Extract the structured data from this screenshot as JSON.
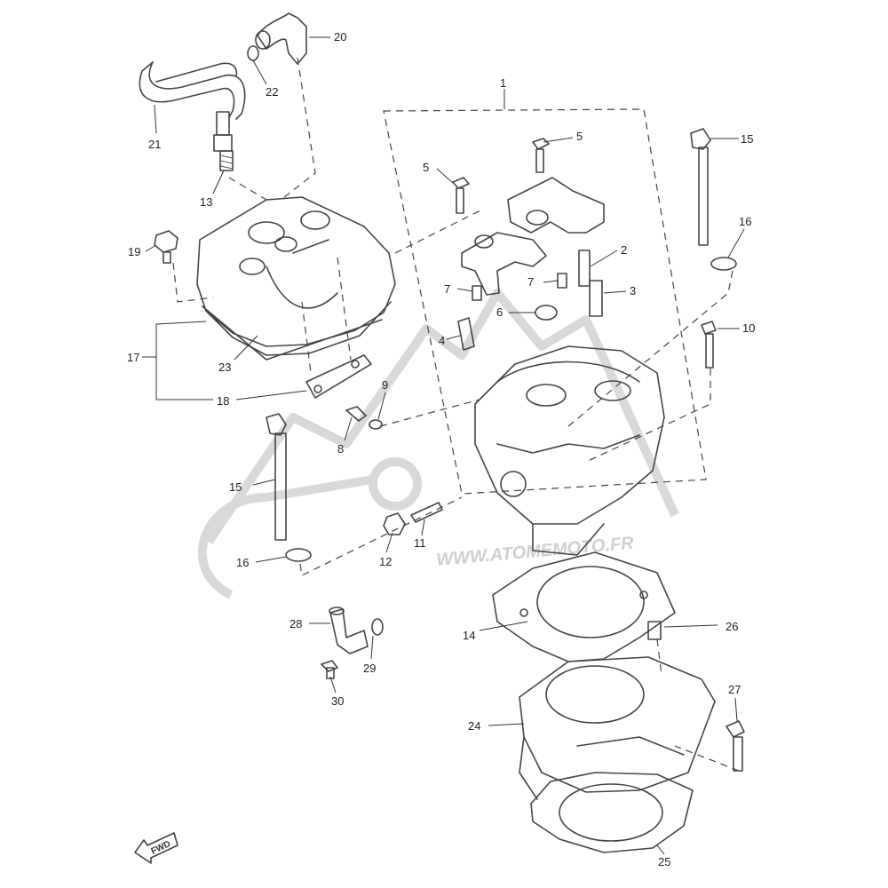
{
  "watermark": {
    "text": "WWW.ATOMEMOTO.FR"
  },
  "fwd_label": "FWD",
  "callouts": {
    "c1": "1",
    "c2": "2",
    "c3": "3",
    "c4": "4",
    "c5a": "5",
    "c5b": "5",
    "c6": "6",
    "c7a": "7",
    "c7b": "7",
    "c8": "8",
    "c9": "9",
    "c10": "10",
    "c11": "11",
    "c12": "12",
    "c13": "13",
    "c14": "14",
    "c15a": "15",
    "c15b": "15",
    "c16a": "16",
    "c16b": "16",
    "c17": "17",
    "c18": "18",
    "c19": "19",
    "c20": "20",
    "c21": "21",
    "c22": "22",
    "c23": "23",
    "c24": "24",
    "c25": "25",
    "c26": "26",
    "c27": "27",
    "c28": "28",
    "c29": "29",
    "c30": "30"
  }
}
